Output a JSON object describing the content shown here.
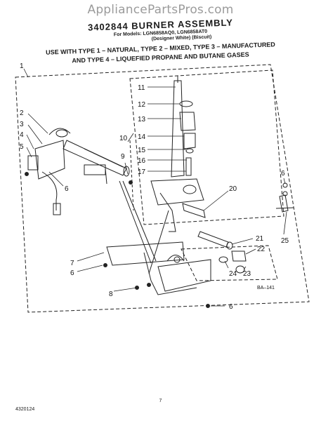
{
  "watermark": "AppliancePartsPros.com",
  "header": {
    "title": "3402844 BURNER ASSEMBLY",
    "models": "For Models: LGN6858AQ0, LGN6858AT0",
    "styles": "(Designer White)   (Biscuit)",
    "use_line_1": "USE WITH TYPE 1 – NATURAL, TYPE 2 – MIXED, TYPE 3 – MANUFACTURED",
    "use_line_2": "AND TYPE 4 – LIQUEFIED PROPANE AND BUTANE GASES"
  },
  "callouts": {
    "c1": "1",
    "c2": "2",
    "c3": "3",
    "c4": "4",
    "c5": "5",
    "c6a": "6",
    "c6b": "6",
    "c6c": "6",
    "c6d": "6",
    "c7": "7",
    "c8": "8",
    "c9": "9",
    "c10": "10",
    "c11": "11",
    "c12": "12",
    "c13": "13",
    "c14": "14",
    "c15": "15",
    "c16": "16",
    "c17": "17",
    "c20": "20",
    "c21": "21",
    "c22": "22",
    "c23": "23",
    "c24": "24",
    "c25": "25"
  },
  "diagram_code": "BA–141",
  "footer": {
    "page_number": "7",
    "doc_code": "4320124"
  }
}
